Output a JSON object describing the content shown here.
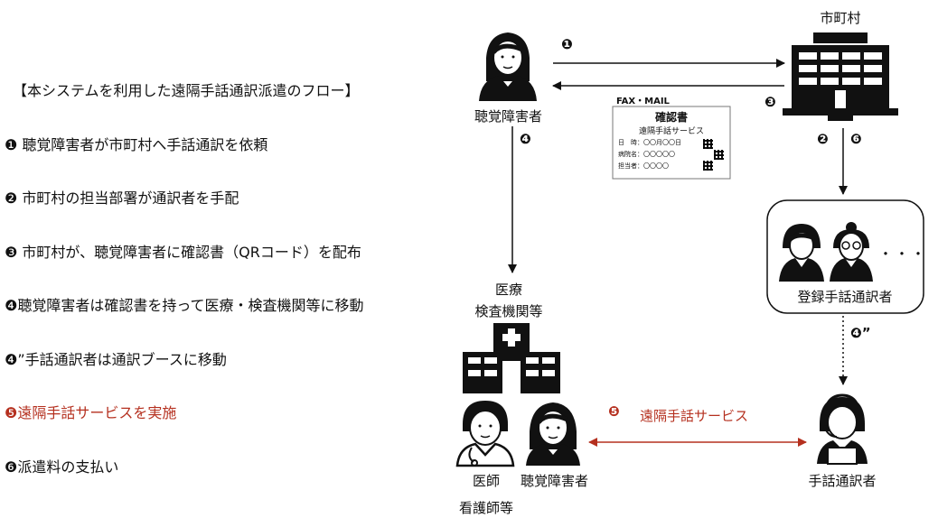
{
  "title": "【本システムを利用した遠隔手話通訳派遣のフロー】",
  "steps": [
    {
      "text": "❶ 聴覚障害者が市町村へ手話通訳を依頼"
    },
    {
      "text": "❷ 市町村の担当部署が通訳者を手配"
    },
    {
      "text": "❸ 市町村が、聴覚障害者に確認書（QRコード）を配布"
    },
    {
      "text": "❹聴覚障害者は確認書を持って医療・検査機関等に移動"
    },
    {
      "text": "❹”手話通訳者は通訳ブースに移動"
    },
    {
      "text": "❺遠隔手話サービスを実施"
    },
    {
      "text": "❻派遣料の支払い"
    }
  ],
  "nodes": {
    "deaf_person": "聴覚障害者",
    "municipality": "市町村",
    "medical_line1": "医療",
    "medical_line2": "検査機関等",
    "interpreters": "登録手話通訳者",
    "interpreter": "手話通訳者",
    "doctor_line1": "医師",
    "doctor_line2": "看護師等",
    "patient": "聴覚障害者"
  },
  "markers": {
    "m1": "❶",
    "m3": "❸",
    "m4": "❹",
    "m2": "❷",
    "m6": "❻",
    "m4b": "❹”",
    "m5": "❺",
    "ellipsis": "・・・"
  },
  "card": {
    "header": "FAX・MAIL",
    "title": "確認書",
    "subtitle": "遠隔手話サービス",
    "row1": "日　時：〇〇月〇〇日",
    "row2": "病院名：〇〇〇〇〇",
    "row3": "担当者：〇〇〇〇"
  },
  "service_label": "遠隔手話サービス",
  "colors": {
    "accent_red": "#b5301f",
    "ink": "#111111"
  }
}
